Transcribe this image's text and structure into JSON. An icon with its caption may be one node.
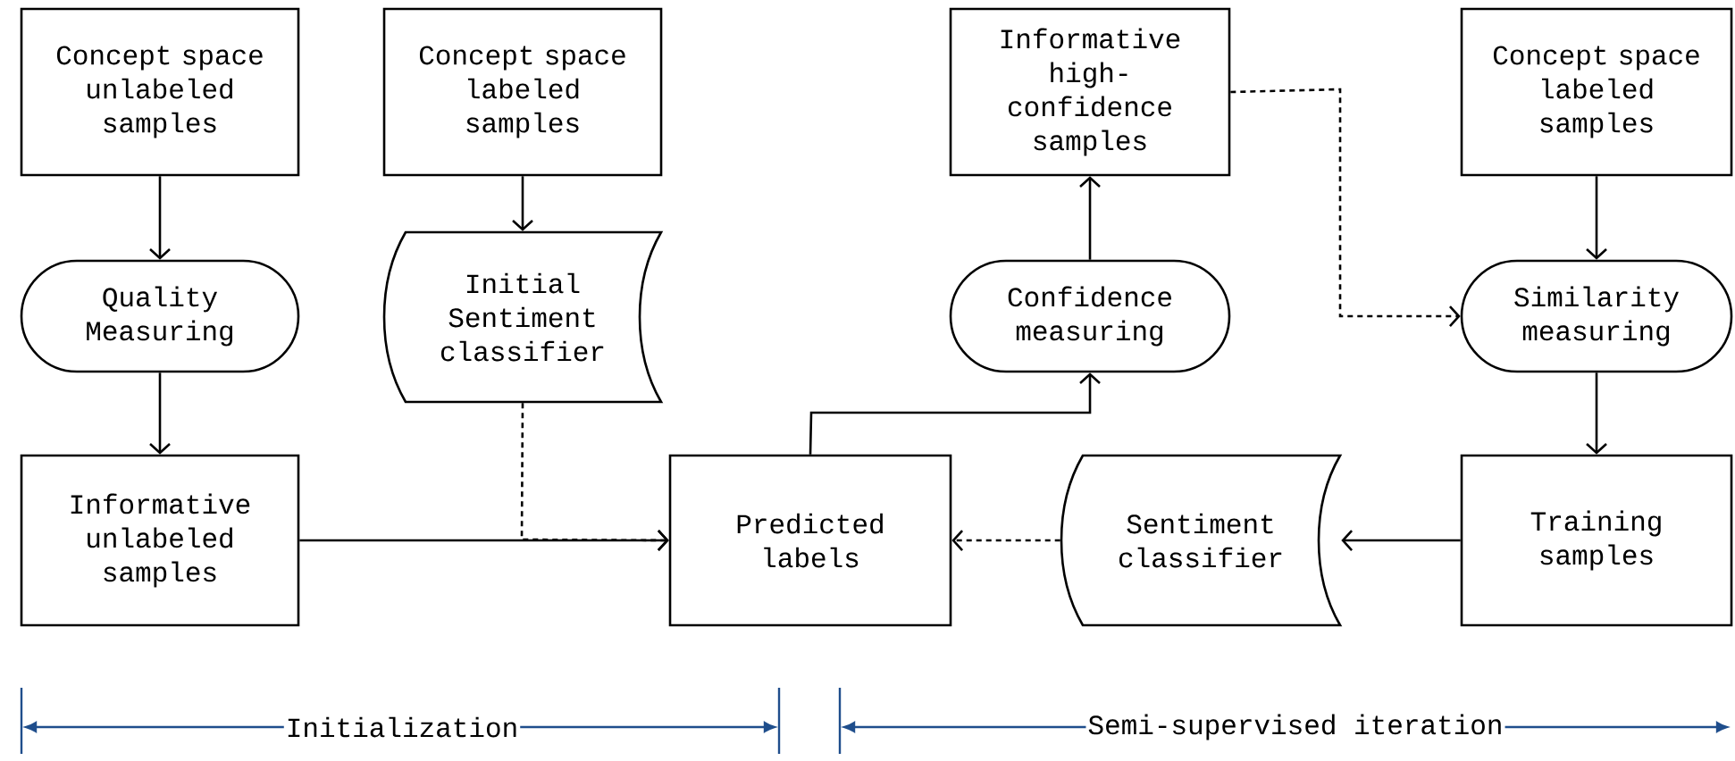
{
  "diagram": {
    "nodes": [
      {
        "text": [
          "Concept space unlabeled samples"
        ]
      },
      {
        "text": [
          "Concept space labeled samples"
        ]
      },
      {
        "text": [
          "Informative high-confidence samples"
        ]
      },
      {
        "text": [
          "Concept space labeled samples"
        ]
      },
      {
        "text": [
          "Quality Measuring"
        ]
      },
      {
        "text": [
          "Initial Sentiment classifier"
        ]
      },
      {
        "text": [
          "Confidence measuring"
        ]
      },
      {
        "text": [
          "Similarity measuring"
        ]
      },
      {
        "text": [
          "Informative unlabeled samples"
        ]
      },
      {
        "text": [
          "Predicted labels"
        ]
      },
      {
        "text": [
          "Sentiment classifier"
        ]
      },
      {
        "text": [
          "Training samples"
        ]
      }
    ],
    "edges": [
      {
        "from": 0,
        "to": 4,
        "arrow": "to"
      },
      {
        "from": 4,
        "to": 8,
        "arrow": "to"
      },
      {
        "from": 1,
        "to": 5,
        "arrow": "to"
      },
      {
        "from": 5,
        "to": 9,
        "arrow": "to",
        "style": "dashed"
      },
      {
        "from": 8,
        "to": 9,
        "arrow": "to"
      },
      {
        "from": 9,
        "to": 6,
        "arrow": "to"
      },
      {
        "from": 6,
        "to": 2,
        "arrow": "to"
      },
      {
        "from": 2,
        "to": 7,
        "arrow": "to",
        "style": "dashed"
      },
      {
        "from": 3,
        "to": 7,
        "arrow": "to"
      },
      {
        "from": 7,
        "to": 11,
        "arrow": "to"
      },
      {
        "from": 11,
        "to": 10,
        "arrow": "to"
      },
      {
        "from": 10,
        "to": 9,
        "arrow": "to",
        "style": "dashed"
      }
    ],
    "labels": [
      "Initialization",
      "Semi-supervised iteration"
    ]
  }
}
